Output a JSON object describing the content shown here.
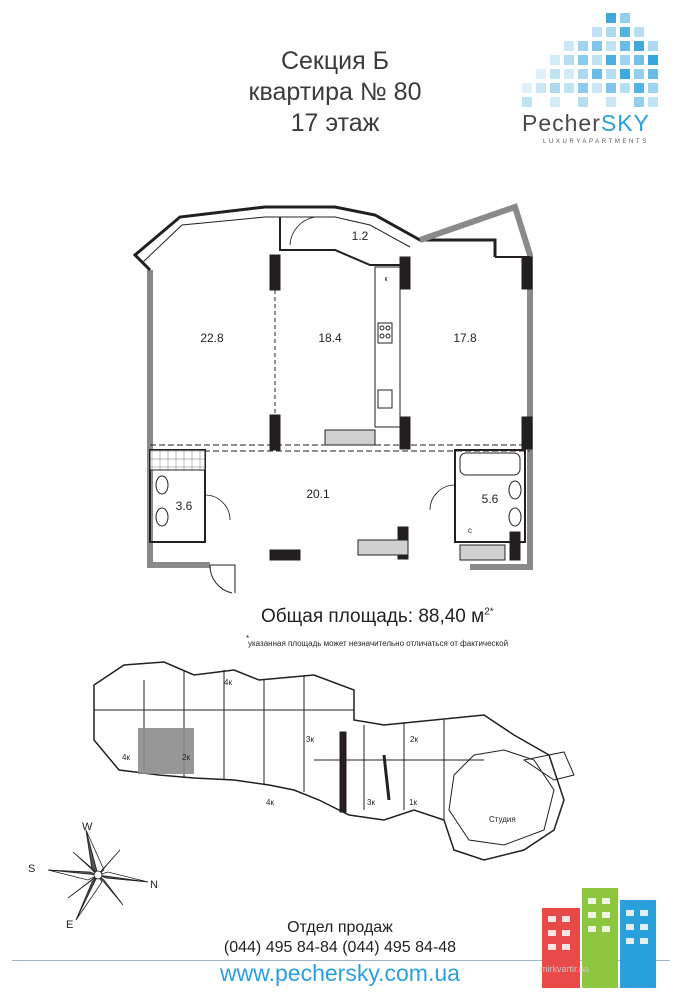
{
  "header": {
    "line1": "Секция Б",
    "line2": "квартира № 80",
    "line3": "17 этаж"
  },
  "logo": {
    "word_main": "Pecher",
    "word_accent": "SKY",
    "tagline": "LUXURYAPARTMENTS",
    "accent_color": "#2aa0dc"
  },
  "plan": {
    "rooms": [
      {
        "label": "1.2"
      },
      {
        "label": "22.8"
      },
      {
        "label": "18.4"
      },
      {
        "label": "17.8"
      },
      {
        "label": "20.1"
      },
      {
        "label": "3.6"
      },
      {
        "label": "5.6"
      }
    ],
    "kitchen_mark": "к",
    "boiler_mark": "с"
  },
  "area": {
    "label": "Общая площадь: 88,40 м",
    "sup": "2*",
    "footnote_star": "*",
    "footnote": "указанная площадь может незначительно отличаться от фактической"
  },
  "keyplan": {
    "labels": [
      "4к",
      "4к",
      "2к",
      "3к",
      "2к",
      "4к",
      "3к",
      "1к",
      "Студия"
    ],
    "highlight_color": "#8c8c8c"
  },
  "compass": {
    "w": "W",
    "s": "S",
    "n": "N",
    "e": "E"
  },
  "sales": {
    "title": "Отдел продаж",
    "phones": "(044) 495 84-84 (044) 495 84-48",
    "website": "www.pechersky.com.ua"
  },
  "watermark": "mirkvartir.ua"
}
